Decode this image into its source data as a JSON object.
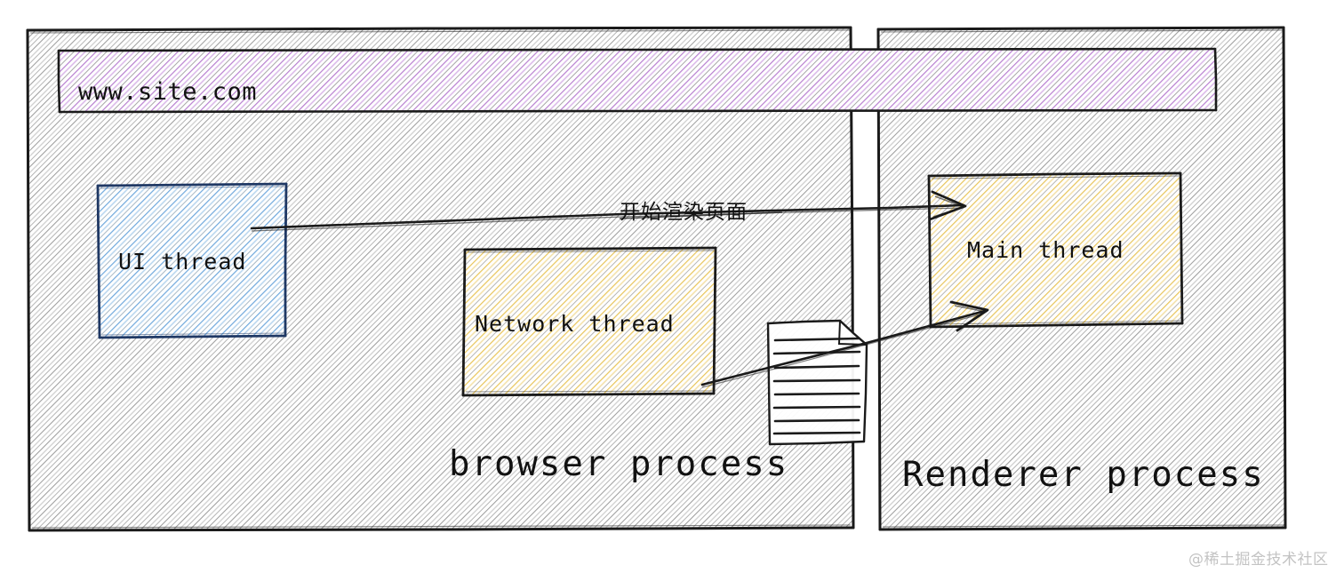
{
  "diagram": {
    "title": "Browser process and Renderer process navigation diagram",
    "style": "hand-drawn sketch with diagonal hatch fill",
    "watermark": "@稀土掘金技术社区",
    "colors": {
      "browser_process_fill": "#9e9e9e",
      "renderer_process_fill": "#9e9e9e",
      "url_bar_fill": "#b87fd0",
      "ui_thread_fill": "#6fa8dc",
      "ui_thread_stroke": "#1f3864",
      "network_thread_fill": "#e8c55a",
      "main_thread_fill": "#e8c55a",
      "thread_stroke": "#111111",
      "outline": "#1a1a1a",
      "watermark_color": "#c3c3c3"
    },
    "processes": [
      {
        "id": "browser-process",
        "label": "browser process",
        "threads": [
          {
            "id": "ui-thread",
            "label": "UI thread",
            "fill": "#6fa8dc"
          },
          {
            "id": "network-thread",
            "label": "Network thread",
            "fill": "#e8c55a"
          }
        ]
      },
      {
        "id": "renderer-process",
        "label": "Renderer process",
        "threads": [
          {
            "id": "main-thread",
            "label": "Main thread",
            "fill": "#e8c55a"
          }
        ]
      }
    ],
    "url_bar": {
      "value": "www.site.com",
      "placeholder": "www.site.com"
    },
    "arrows": [
      {
        "id": "ui-to-main-arrow",
        "label": "开始渲染页面",
        "from": "ui-thread",
        "to": "main-thread"
      },
      {
        "id": "network-to-main-arrow",
        "label": "",
        "from": "network-thread",
        "to": "main-thread",
        "passes_through": "document-icon"
      }
    ],
    "document_icon": {
      "id": "document-icon",
      "name": "document-icon",
      "line_count": 8
    }
  }
}
